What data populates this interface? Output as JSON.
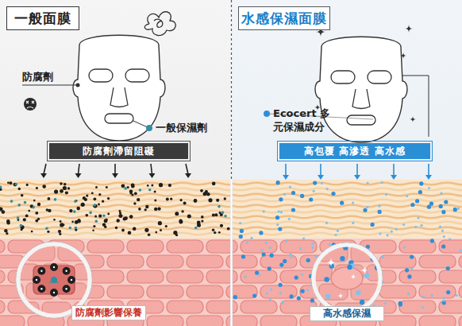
{
  "diagram": {
    "nodes": [
      {
        "text": [
          "一般面膜"
        ]
      },
      {
        "text": [
          "水感保濕面膜"
        ]
      },
      {
        "text": [
          "防腐劑滯留阻礙"
        ]
      },
      {
        "text": [
          "高包覆 高滲透 高水感"
        ]
      },
      {
        "text": [
          "防腐劑影響保養"
        ]
      },
      {
        "text": [
          "高水感保濕"
        ]
      }
    ],
    "labels": [
      "防腐劑",
      "一般保濕劑",
      "Ecocert 多元保濕成分"
    ]
  }
}
